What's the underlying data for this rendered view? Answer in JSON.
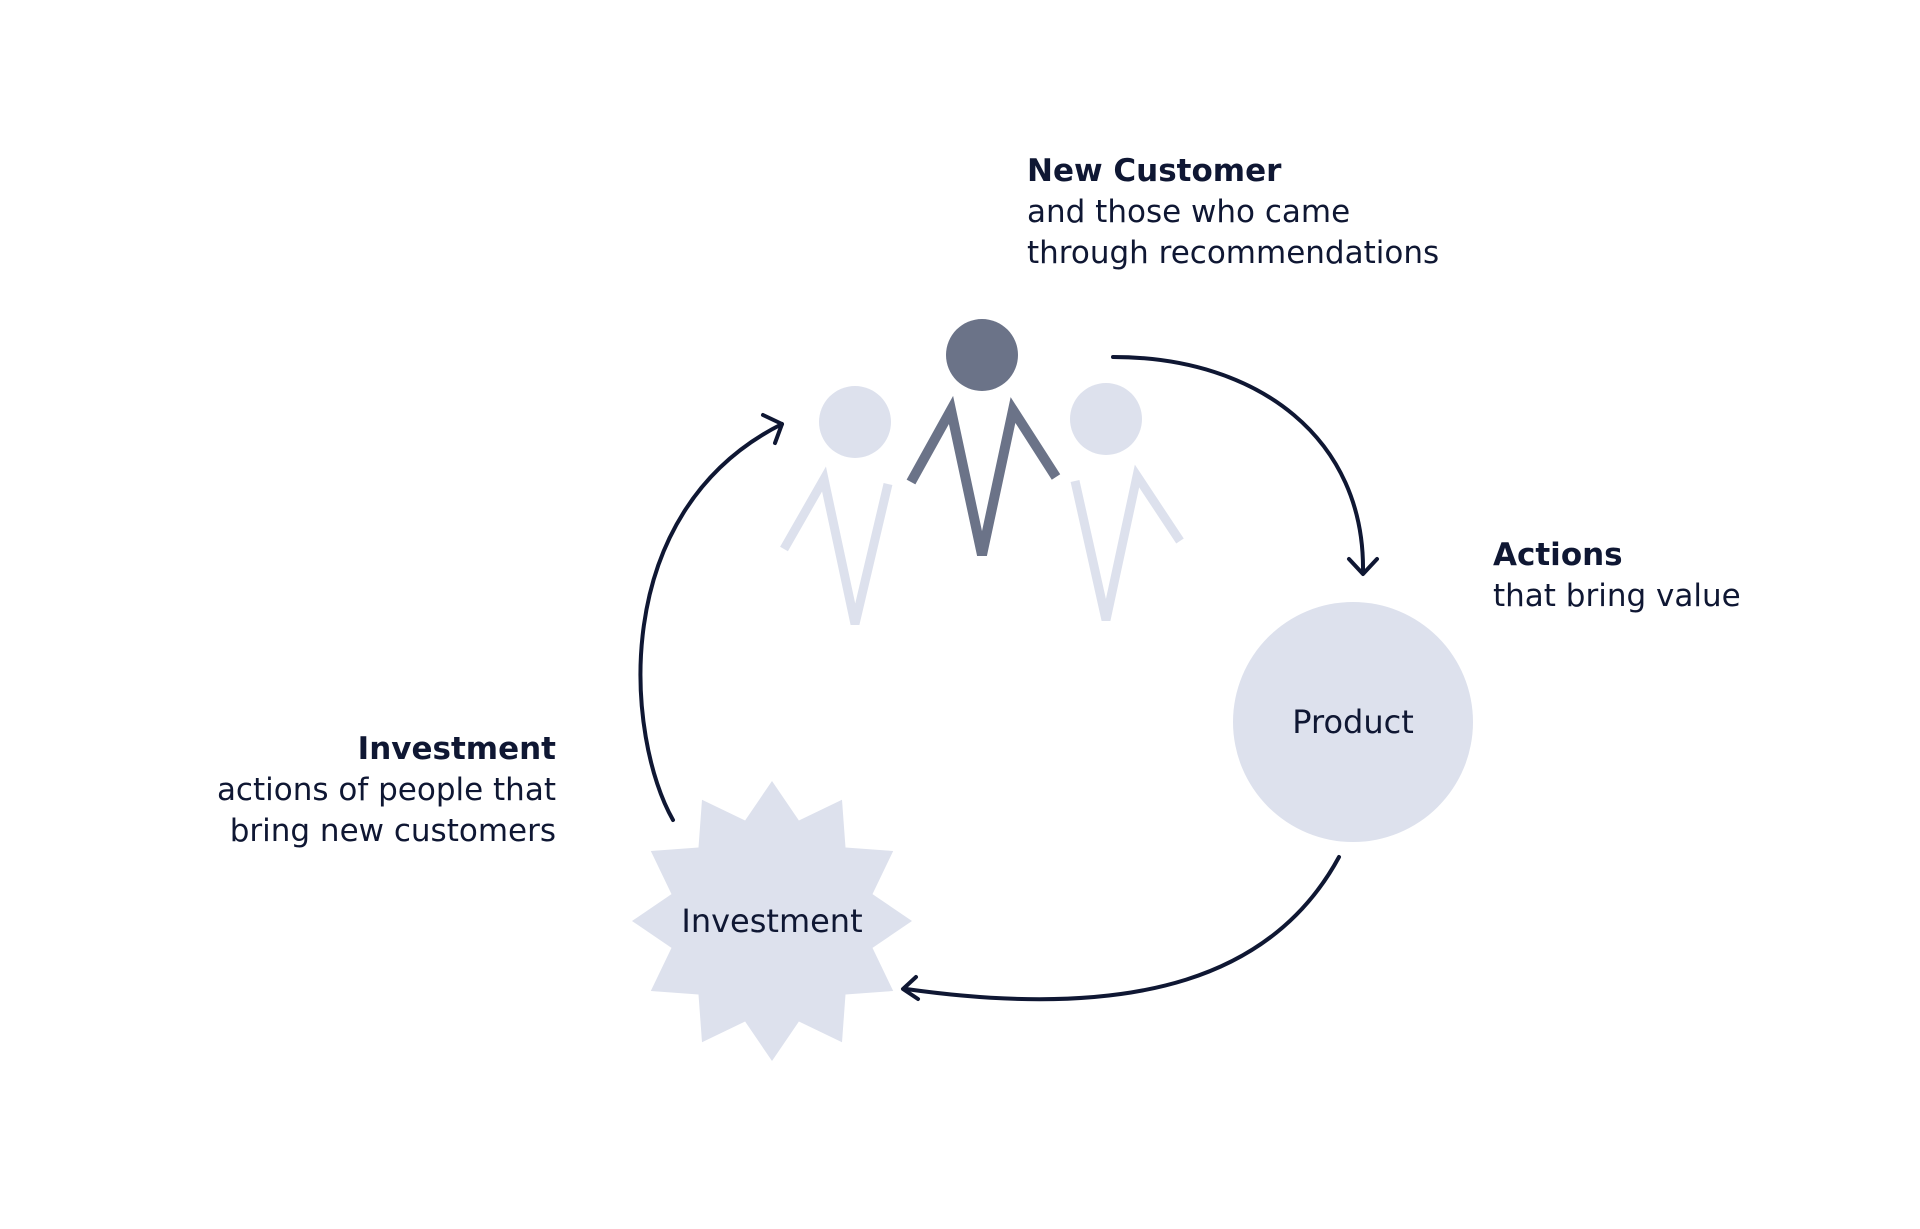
{
  "labels": {
    "new_customer": {
      "title": "New Customer",
      "lines": [
        "and those who came",
        "through recommendations"
      ]
    },
    "actions": {
      "title": "Actions",
      "lines": [
        "that bring value"
      ]
    },
    "investment": {
      "title": "Investment",
      "lines": [
        "actions of people that",
        "bring new customers"
      ]
    }
  },
  "nodes": {
    "product": "Product",
    "investment": "Investment"
  },
  "colors": {
    "text": "#0f1733",
    "arrow": "#0f1733",
    "shape_fill": "#dde1ed",
    "figure_dark": "#6b7388",
    "figure_light": "#dde1ed"
  },
  "icons": {
    "people": "people-group-icon",
    "arrows": "cycle-arrow-icon"
  }
}
